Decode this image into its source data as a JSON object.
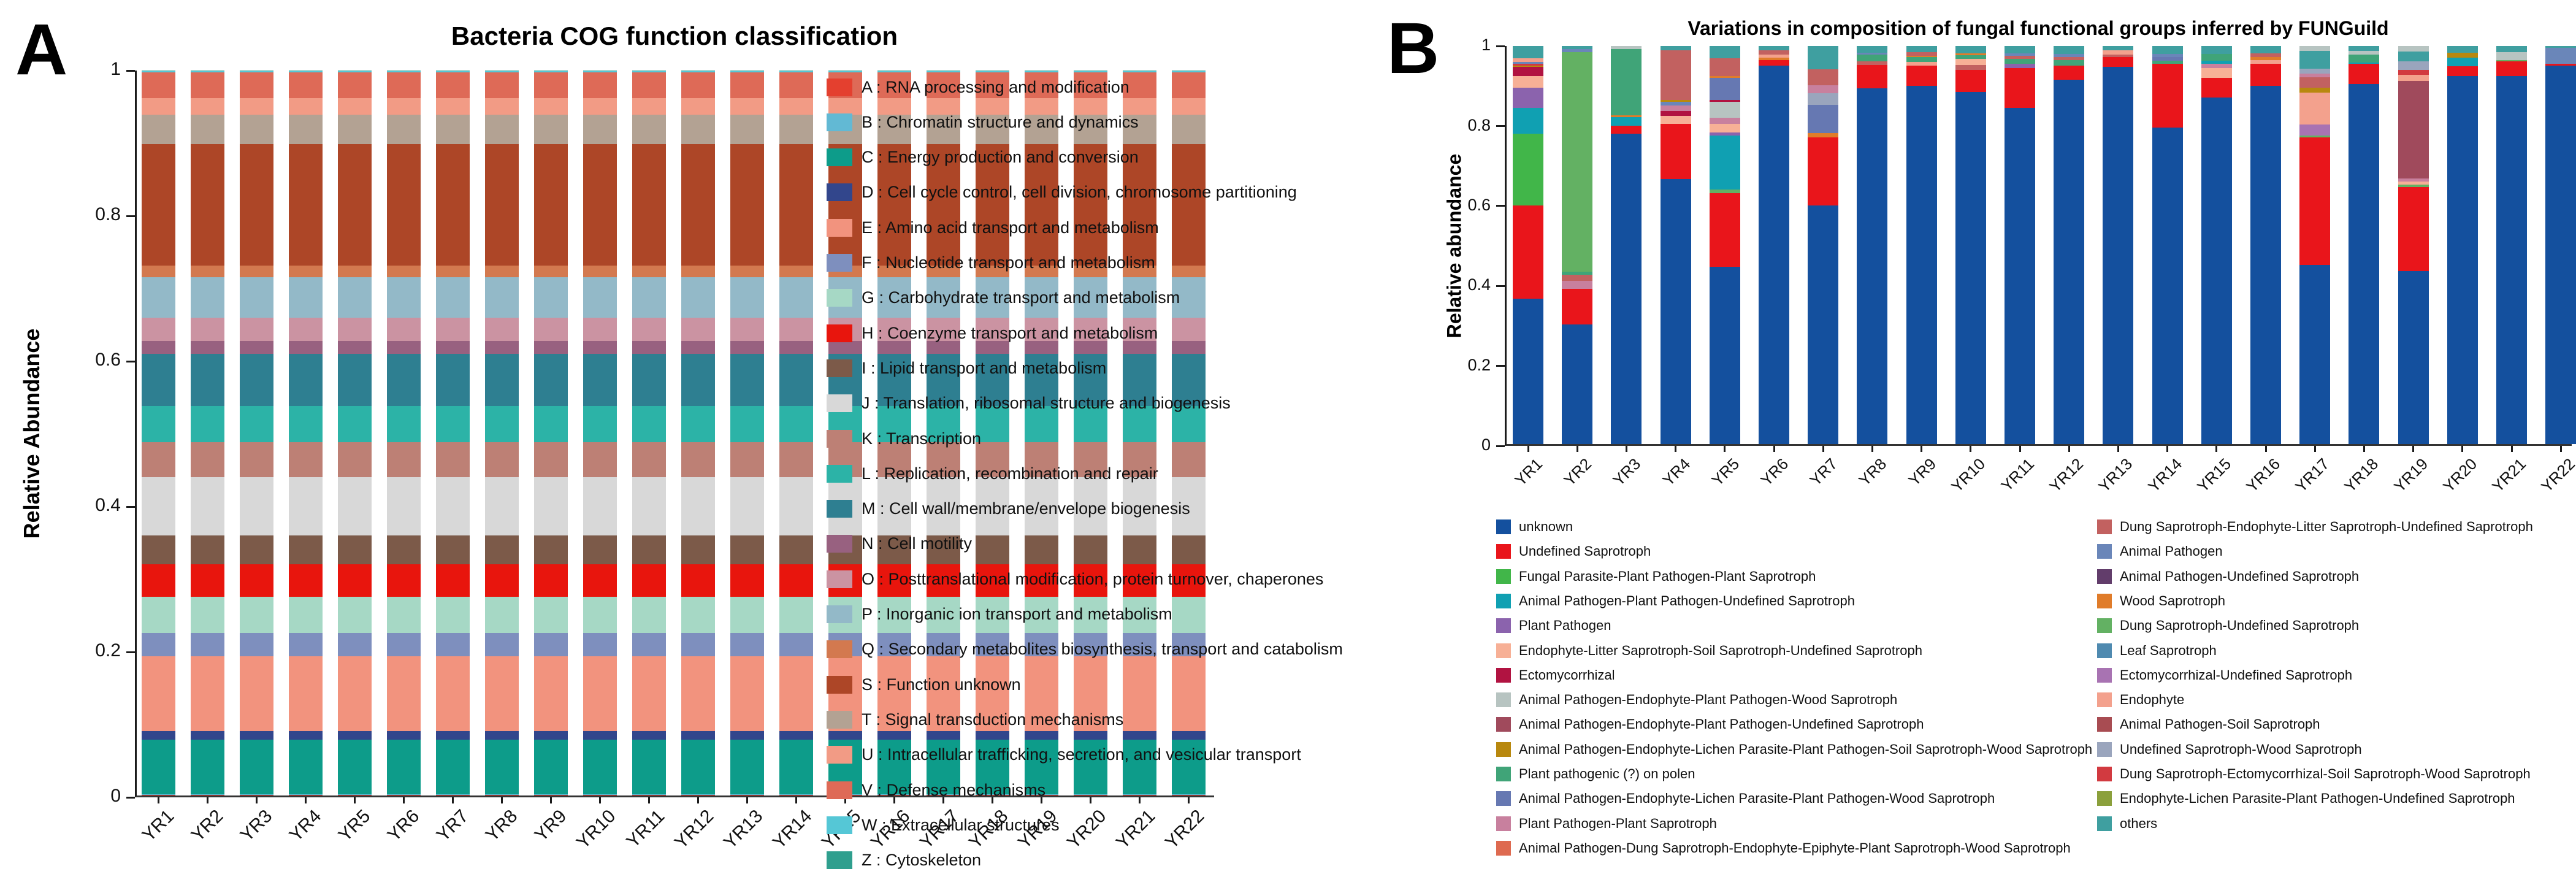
{
  "figure": {
    "background": "#ffffff"
  },
  "chart_data": [
    {
      "type": "bar",
      "stacked": true,
      "normalized": true,
      "panel_label": "A",
      "title": "Bacteria COG function classification",
      "ylabel": "Relative Abundance",
      "xlabel": "",
      "ylim": [
        0,
        1
      ],
      "y_ticks": [
        "1",
        "0.8",
        "0.6",
        "0.4",
        "0.2",
        "0"
      ],
      "y_tick_values": [
        1,
        0.8,
        0.6,
        0.4,
        0.2,
        0
      ],
      "grid": false,
      "legend_position": "right",
      "categories": [
        "YR1",
        "YR2",
        "YR3",
        "YR4",
        "YR5",
        "YR6",
        "YR7",
        "YR8",
        "YR9",
        "YR10",
        "YR11",
        "YR12",
        "YR13",
        "YR14",
        "YR15",
        "YR16",
        "YR17",
        "YR18",
        "YR19",
        "YR20",
        "YR21",
        "YR22"
      ],
      "series_note": "Stacked composition is essentially constant across all 22 samples; value_per_sample is the estimated relative abundance applied to every YR sample.",
      "series": [
        {
          "code": "A",
          "label": "A : RNA processing and modification",
          "color": "#e4402f",
          "value_per_sample": 0.001
        },
        {
          "code": "B",
          "label": "B : Chromatin structure and dynamics",
          "color": "#62b9d4",
          "value_per_sample": 0.001
        },
        {
          "code": "C",
          "label": "C : Energy production and conversion",
          "color": "#0d9c8a",
          "value_per_sample": 0.075
        },
        {
          "code": "D",
          "label": "D : Cell cycle control, cell division, chromosome partitioning",
          "color": "#32468c",
          "value_per_sample": 0.012
        },
        {
          "code": "E",
          "label": "E : Amino acid transport and metabolism",
          "color": "#f2937e",
          "value_per_sample": 0.103
        },
        {
          "code": "F",
          "label": "F : Nucleotide transport and metabolism",
          "color": "#7e8fbe",
          "value_per_sample": 0.032
        },
        {
          "code": "G",
          "label": "G : Carbohydrate transport and metabolism",
          "color": "#a6d8c5",
          "value_per_sample": 0.05
        },
        {
          "code": "H",
          "label": "H : Coenzyme transport and metabolism",
          "color": "#e8150d",
          "value_per_sample": 0.045
        },
        {
          "code": "I",
          "label": "I : Lipid transport and metabolism",
          "color": "#7c5a49",
          "value_per_sample": 0.04
        },
        {
          "code": "J",
          "label": "J : Translation, ribosomal structure and biogenesis",
          "color": "#d8d8d8",
          "value_per_sample": 0.08
        },
        {
          "code": "K",
          "label": "K : Transcription",
          "color": "#bd8075",
          "value_per_sample": 0.048
        },
        {
          "code": "L",
          "label": "L : Replication, recombination and repair",
          "color": "#2cb3a7",
          "value_per_sample": 0.05
        },
        {
          "code": "M",
          "label": "M : Cell wall/membrane/envelope biogenesis",
          "color": "#2e7f91",
          "value_per_sample": 0.072
        },
        {
          "code": "N",
          "label": "N : Cell motility",
          "color": "#986180",
          "value_per_sample": 0.018
        },
        {
          "code": "O",
          "label": "O : Posttranslational modification, protein turnover, chaperones",
          "color": "#cb93a2",
          "value_per_sample": 0.032
        },
        {
          "code": "P",
          "label": "P : Inorganic ion transport and metabolism",
          "color": "#93b9c8",
          "value_per_sample": 0.056
        },
        {
          "code": "Q",
          "label": "Q : Secondary metabolites biosynthesis, transport and catabolism",
          "color": "#d3794f",
          "value_per_sample": 0.016
        },
        {
          "code": "S",
          "label": "S : Function unknown",
          "color": "#ad4627",
          "value_per_sample": 0.168
        },
        {
          "code": "T",
          "label": "T : Signal transduction mechanisms",
          "color": "#b3a293",
          "value_per_sample": 0.04
        },
        {
          "code": "U",
          "label": "U : Intracellular trafficking, secretion, and vesicular transport",
          "color": "#f29b85",
          "value_per_sample": 0.023
        },
        {
          "code": "V",
          "label": "V : Defense mechanisms",
          "color": "#de6a57",
          "value_per_sample": 0.036
        },
        {
          "code": "W",
          "label": "W : Extracellular structures",
          "color": "#55c7d6",
          "value_per_sample": 0.001
        },
        {
          "code": "Z",
          "label": "Z : Cytoskeleton",
          "color": "#2f9f8e",
          "value_per_sample": 0.001
        }
      ]
    },
    {
      "type": "bar",
      "stacked": true,
      "normalized": true,
      "panel_label": "B",
      "title": "Variations in composition of fungal functional groups inferred by FUNGuild",
      "ylabel": "Relative abundance",
      "xlabel": "",
      "ylim": [
        0,
        1
      ],
      "y_ticks": [
        "1",
        "0.8",
        "0.6",
        "0.4",
        "0.2",
        "0"
      ],
      "y_tick_values": [
        1,
        0.8,
        0.6,
        0.4,
        0.2,
        0
      ],
      "grid": false,
      "legend_position": "bottom-two-columns",
      "legend_columns": [
        14,
        13
      ],
      "categories": [
        "YR1",
        "YR2",
        "YR3",
        "YR4",
        "YR5",
        "YR6",
        "YR7",
        "YR8",
        "YR9",
        "YR10",
        "YR11",
        "YR12",
        "YR13",
        "YR14",
        "YR15",
        "YR16",
        "YR17",
        "YR18",
        "YR19",
        "YR20",
        "YR21",
        "YR22"
      ],
      "guilds": [
        {
          "label": "unknown",
          "color": "#14509e"
        },
        {
          "label": "Undefined Saprotroph",
          "color": "#e9151b"
        },
        {
          "label": "Fungal Parasite-Plant Pathogen-Plant Saprotroph",
          "color": "#41b649"
        },
        {
          "label": "Animal Pathogen-Plant Pathogen-Undefined Saprotroph",
          "color": "#10a0b2"
        },
        {
          "label": "Plant Pathogen",
          "color": "#8b63ad"
        },
        {
          "label": "Endophyte-Litter Saprotroph-Soil Saprotroph-Undefined Saprotroph",
          "color": "#f7b096"
        },
        {
          "label": "Ectomycorrhizal",
          "color": "#b11341"
        },
        {
          "label": "Animal Pathogen-Endophyte-Plant Pathogen-Wood Saprotroph",
          "color": "#b7c4c1"
        },
        {
          "label": "Animal Pathogen-Endophyte-Plant Pathogen-Undefined Saprotroph",
          "color": "#a04a5c"
        },
        {
          "label": "Animal Pathogen-Endophyte-Lichen Parasite-Plant Pathogen-Soil Saprotroph-Wood Saprotroph",
          "color": "#b8880e"
        },
        {
          "label": "Plant pathogenic (?) on polen",
          "color": "#40a478"
        },
        {
          "label": "Animal Pathogen-Endophyte-Lichen Parasite-Plant Pathogen-Wood Saprotroph",
          "color": "#6678b2"
        },
        {
          "label": "Plant Pathogen-Plant Saprotroph",
          "color": "#c8809e"
        },
        {
          "label": "Animal Pathogen-Dung Saprotroph-Endophyte-Epiphyte-Plant Saprotroph-Wood Saprotroph",
          "color": "#de6a50"
        },
        {
          "label": "Dung Saprotroph-Endophyte-Litter Saprotroph-Undefined Saprotroph",
          "color": "#c26160"
        },
        {
          "label": "Animal Pathogen",
          "color": "#6a86b9"
        },
        {
          "label": "Animal Pathogen-Undefined Saprotroph",
          "color": "#623d6b"
        },
        {
          "label": "Wood Saprotroph",
          "color": "#e07c2a"
        },
        {
          "label": "Dung Saprotroph-Undefined Saprotroph",
          "color": "#63b163"
        },
        {
          "label": "Leaf Saprotroph",
          "color": "#4f8ab0"
        },
        {
          "label": "Ectomycorrhizal-Undefined Saprotroph",
          "color": "#a873b2"
        },
        {
          "label": "Endophyte",
          "color": "#f3a18d"
        },
        {
          "label": "Animal Pathogen-Soil Saprotroph",
          "color": "#a84c52"
        },
        {
          "label": "Undefined Saprotroph-Wood Saprotroph",
          "color": "#9aa5bd"
        },
        {
          "label": "Dung Saprotroph-Ectomycorrhizal-Soil Saprotroph-Wood Saprotroph",
          "color": "#d23a40"
        },
        {
          "label": "Endophyte-Lichen Parasite-Plant Pathogen-Undefined Saprotroph",
          "color": "#8ba03c"
        },
        {
          "label": "others",
          "color": "#3f9fa0"
        }
      ],
      "bars_note": "Each bar is a list of [guild_index, relative_abundance] pairs stacked bottom-to-top; estimated from the plot.",
      "bars": [
        [
          [
            0,
            0.365
          ],
          [
            1,
            0.235
          ],
          [
            2,
            0.18
          ],
          [
            3,
            0.065
          ],
          [
            4,
            0.05
          ],
          [
            5,
            0.03
          ],
          [
            6,
            0.022
          ],
          [
            9,
            0.004
          ],
          [
            24,
            0.004
          ],
          [
            15,
            0.005
          ],
          [
            21,
            0.01
          ],
          [
            26,
            0.03
          ]
        ],
        [
          [
            0,
            0.3
          ],
          [
            1,
            0.09
          ],
          [
            12,
            0.02
          ],
          [
            14,
            0.015
          ],
          [
            10,
            0.008
          ],
          [
            18,
            0.552
          ],
          [
            15,
            0.008
          ],
          [
            26,
            0.007
          ]
        ],
        [
          [
            0,
            0.78
          ],
          [
            1,
            0.02
          ],
          [
            3,
            0.022
          ],
          [
            17,
            0.004
          ],
          [
            10,
            0.167
          ],
          [
            7,
            0.007
          ]
        ],
        [
          [
            0,
            0.665
          ],
          [
            1,
            0.14
          ],
          [
            5,
            0.02
          ],
          [
            6,
            0.012
          ],
          [
            12,
            0.013
          ],
          [
            15,
            0.01
          ],
          [
            9,
            0.005
          ],
          [
            14,
            0.125
          ],
          [
            26,
            0.01
          ]
        ],
        [
          [
            0,
            0.445
          ],
          [
            1,
            0.185
          ],
          [
            18,
            0.01
          ],
          [
            3,
            0.135
          ],
          [
            4,
            0.008
          ],
          [
            5,
            0.022
          ],
          [
            12,
            0.015
          ],
          [
            7,
            0.04
          ],
          [
            6,
            0.005
          ],
          [
            11,
            0.055
          ],
          [
            17,
            0.005
          ],
          [
            14,
            0.045
          ],
          [
            26,
            0.03
          ]
        ],
        [
          [
            0,
            0.95
          ],
          [
            1,
            0.015
          ],
          [
            17,
            0.005
          ],
          [
            21,
            0.008
          ],
          [
            14,
            0.012
          ],
          [
            26,
            0.01
          ]
        ],
        [
          [
            0,
            0.6
          ],
          [
            1,
            0.17
          ],
          [
            17,
            0.012
          ],
          [
            11,
            0.07
          ],
          [
            23,
            0.03
          ],
          [
            12,
            0.02
          ],
          [
            14,
            0.04
          ],
          [
            26,
            0.058
          ]
        ],
        [
          [
            0,
            0.893
          ],
          [
            1,
            0.06
          ],
          [
            14,
            0.008
          ],
          [
            10,
            0.017
          ],
          [
            15,
            0.005
          ],
          [
            26,
            0.017
          ]
        ],
        [
          [
            0,
            0.9
          ],
          [
            1,
            0.05
          ],
          [
            21,
            0.01
          ],
          [
            10,
            0.012
          ],
          [
            17,
            0.004
          ],
          [
            14,
            0.008
          ],
          [
            26,
            0.016
          ]
        ],
        [
          [
            0,
            0.885
          ],
          [
            1,
            0.055
          ],
          [
            14,
            0.012
          ],
          [
            5,
            0.015
          ],
          [
            10,
            0.01
          ],
          [
            17,
            0.005
          ],
          [
            26,
            0.018
          ]
        ],
        [
          [
            0,
            0.845
          ],
          [
            1,
            0.1
          ],
          [
            4,
            0.01
          ],
          [
            10,
            0.012
          ],
          [
            14,
            0.008
          ],
          [
            15,
            0.007
          ],
          [
            26,
            0.018
          ]
        ],
        [
          [
            0,
            0.915
          ],
          [
            1,
            0.035
          ],
          [
            10,
            0.015
          ],
          [
            14,
            0.008
          ],
          [
            15,
            0.007
          ],
          [
            26,
            0.02
          ]
        ],
        [
          [
            0,
            0.947
          ],
          [
            1,
            0.025
          ],
          [
            14,
            0.006
          ],
          [
            21,
            0.012
          ],
          [
            26,
            0.01
          ]
        ],
        [
          [
            0,
            0.795
          ],
          [
            1,
            0.16
          ],
          [
            10,
            0.008
          ],
          [
            11,
            0.01
          ],
          [
            15,
            0.007
          ],
          [
            26,
            0.02
          ]
        ],
        [
          [
            0,
            0.87
          ],
          [
            1,
            0.05
          ],
          [
            5,
            0.025
          ],
          [
            12,
            0.01
          ],
          [
            3,
            0.008
          ],
          [
            10,
            0.017
          ],
          [
            26,
            0.02
          ]
        ],
        [
          [
            0,
            0.9
          ],
          [
            1,
            0.055
          ],
          [
            21,
            0.01
          ],
          [
            17,
            0.007
          ],
          [
            14,
            0.01
          ],
          [
            26,
            0.018
          ]
        ],
        [
          [
            0,
            0.45
          ],
          [
            1,
            0.32
          ],
          [
            18,
            0.005
          ],
          [
            20,
            0.028
          ],
          [
            21,
            0.08
          ],
          [
            9,
            0.013
          ],
          [
            14,
            0.025
          ],
          [
            12,
            0.01
          ],
          [
            23,
            0.012
          ],
          [
            26,
            0.045
          ],
          [
            7,
            0.012
          ]
        ],
        [
          [
            0,
            0.905
          ],
          [
            1,
            0.05
          ],
          [
            3,
            0.004
          ],
          [
            10,
            0.02
          ],
          [
            7,
            0.008
          ],
          [
            26,
            0.013
          ]
        ],
        [
          [
            0,
            0.435
          ],
          [
            1,
            0.21
          ],
          [
            18,
            0.007
          ],
          [
            5,
            0.008
          ],
          [
            12,
            0.007
          ],
          [
            8,
            0.245
          ],
          [
            21,
            0.015
          ],
          [
            24,
            0.013
          ],
          [
            23,
            0.022
          ],
          [
            26,
            0.025
          ],
          [
            7,
            0.013
          ]
        ],
        [
          [
            0,
            0.925
          ],
          [
            1,
            0.024
          ],
          [
            3,
            0.022
          ],
          [
            9,
            0.012
          ],
          [
            26,
            0.017
          ]
        ],
        [
          [
            0,
            0.925
          ],
          [
            1,
            0.036
          ],
          [
            18,
            0.004
          ],
          [
            7,
            0.02
          ],
          [
            26,
            0.015
          ]
        ],
        [
          [
            0,
            0.95
          ],
          [
            1,
            0.006
          ],
          [
            15,
            0.04
          ],
          [
            26,
            0.004
          ]
        ]
      ]
    }
  ]
}
